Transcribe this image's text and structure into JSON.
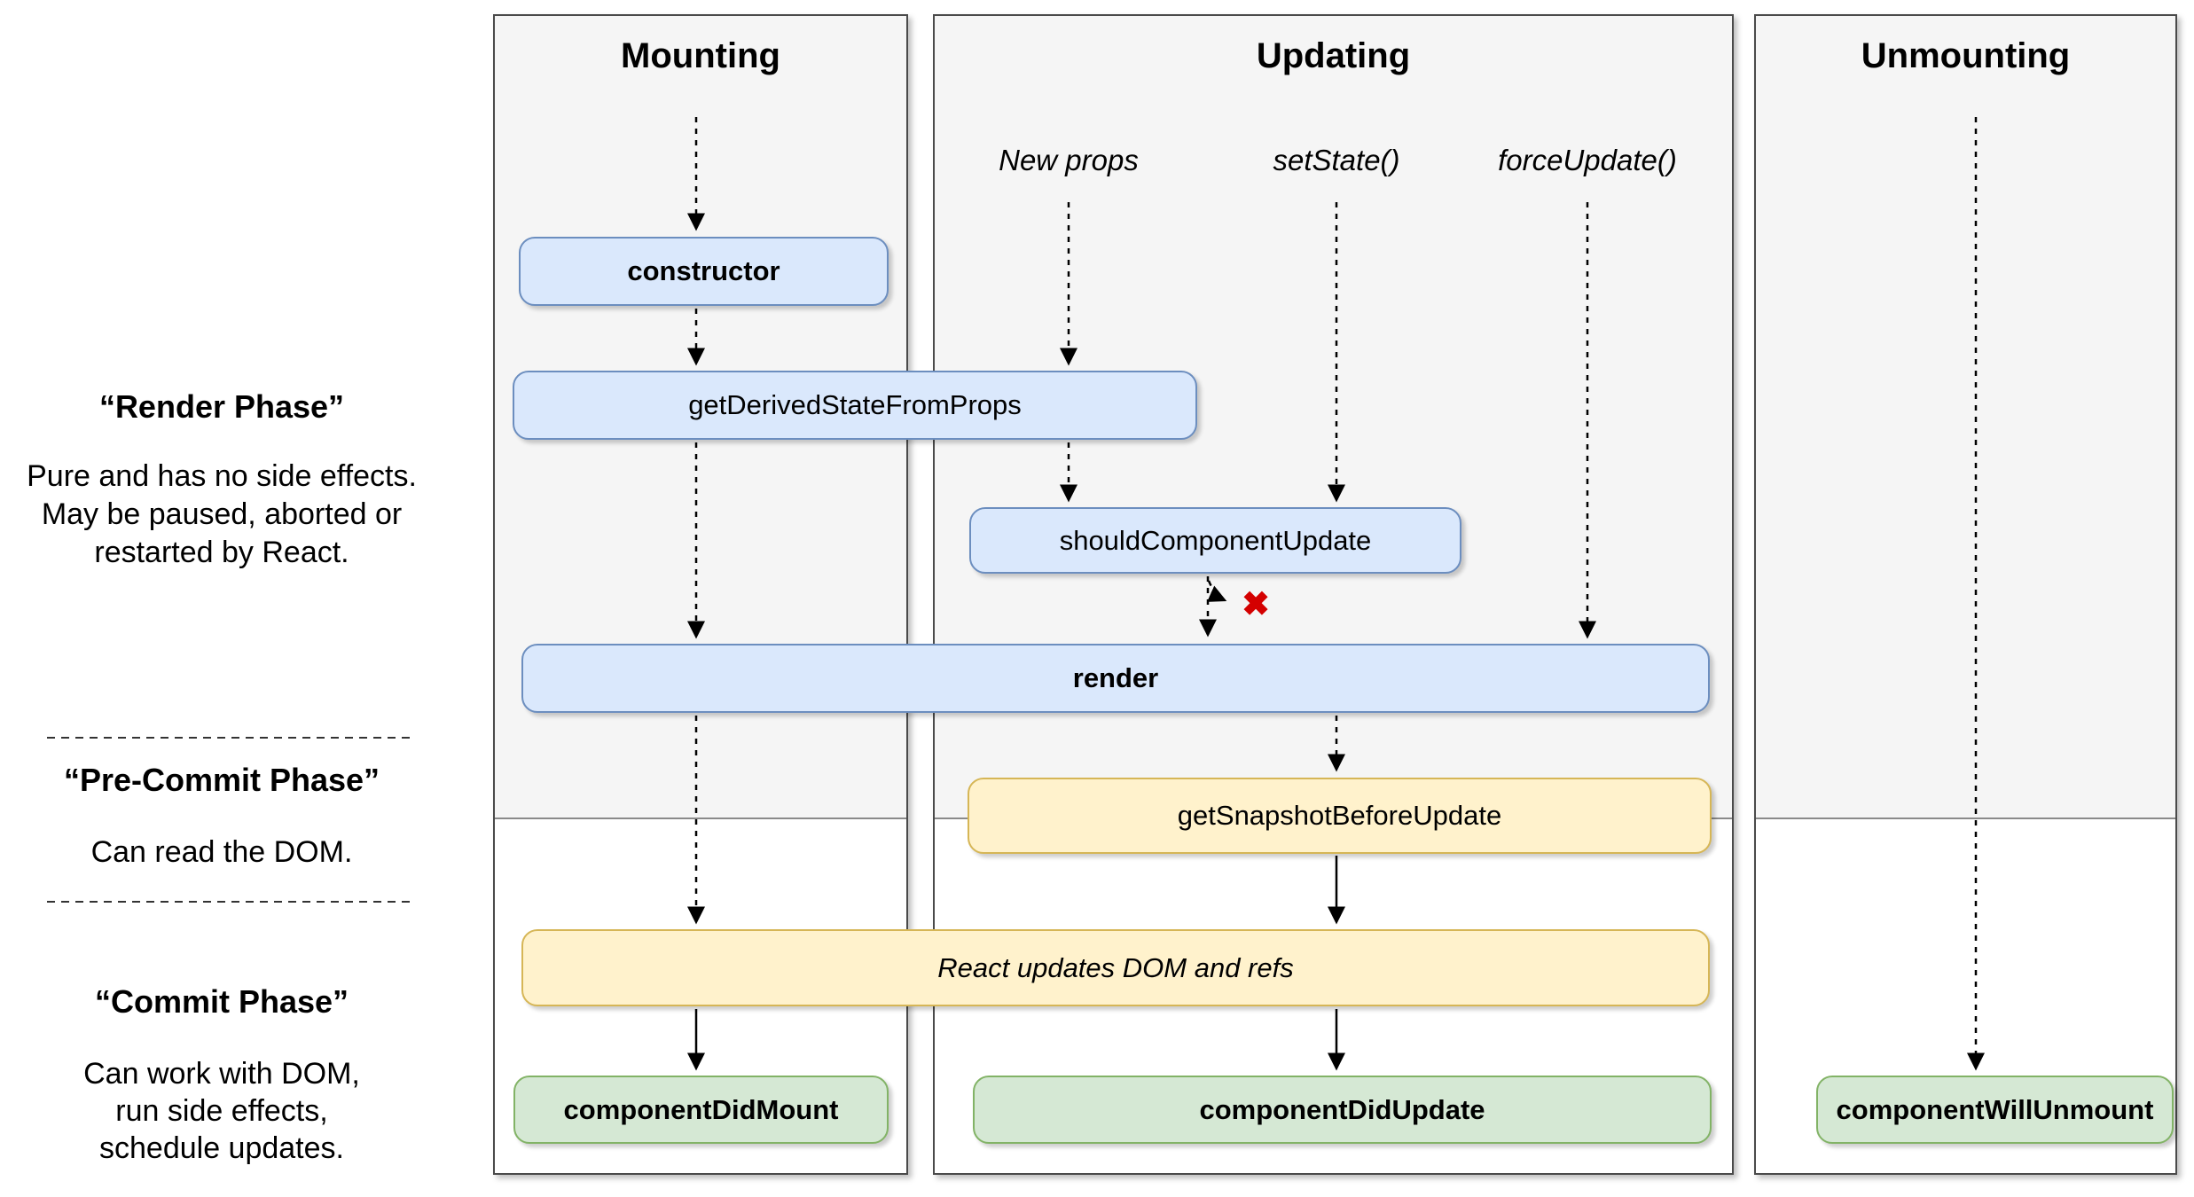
{
  "colors": {
    "box_blue_fill": "#dae8fc",
    "box_blue_border": "#6c8ebf",
    "box_yellow_fill": "#fff2cc",
    "box_yellow_border": "#d6b656",
    "box_green_fill": "#d5e8d4",
    "box_green_border": "#82b366",
    "column_fill": "#f5f5f5",
    "column_border": "#4a4a4a",
    "x_marker": "#d40000"
  },
  "left_panel": {
    "phases": [
      {
        "title": "“Render Phase”",
        "lines": [
          "Pure and has no side effects.",
          "May be paused, aborted or",
          "restarted by React."
        ]
      },
      {
        "title": "“Pre-Commit Phase”",
        "lines": [
          "Can read the DOM."
        ]
      },
      {
        "title": "“Commit Phase”",
        "lines": [
          "Can work with DOM,",
          "run side effects,",
          "schedule updates."
        ]
      }
    ]
  },
  "columns": {
    "mounting": {
      "title": "Mounting"
    },
    "updating": {
      "title": "Updating"
    },
    "unmounting": {
      "title": "Unmounting"
    }
  },
  "triggers": {
    "new_props": "New props",
    "set_state": "setState()",
    "force_update": "forceUpdate()"
  },
  "lifecycle": {
    "constructor": "constructor",
    "get_derived_state_from_props": "getDerivedStateFromProps",
    "should_component_update": "shouldComponentUpdate",
    "render": "render",
    "get_snapshot_before_update": "getSnapshotBeforeUpdate",
    "react_updates": "React updates DOM and refs",
    "component_did_mount": "componentDidMount",
    "component_did_update": "componentDidUpdate",
    "component_will_unmount": "componentWillUnmount"
  },
  "markers": {
    "skip_update": "✖"
  }
}
